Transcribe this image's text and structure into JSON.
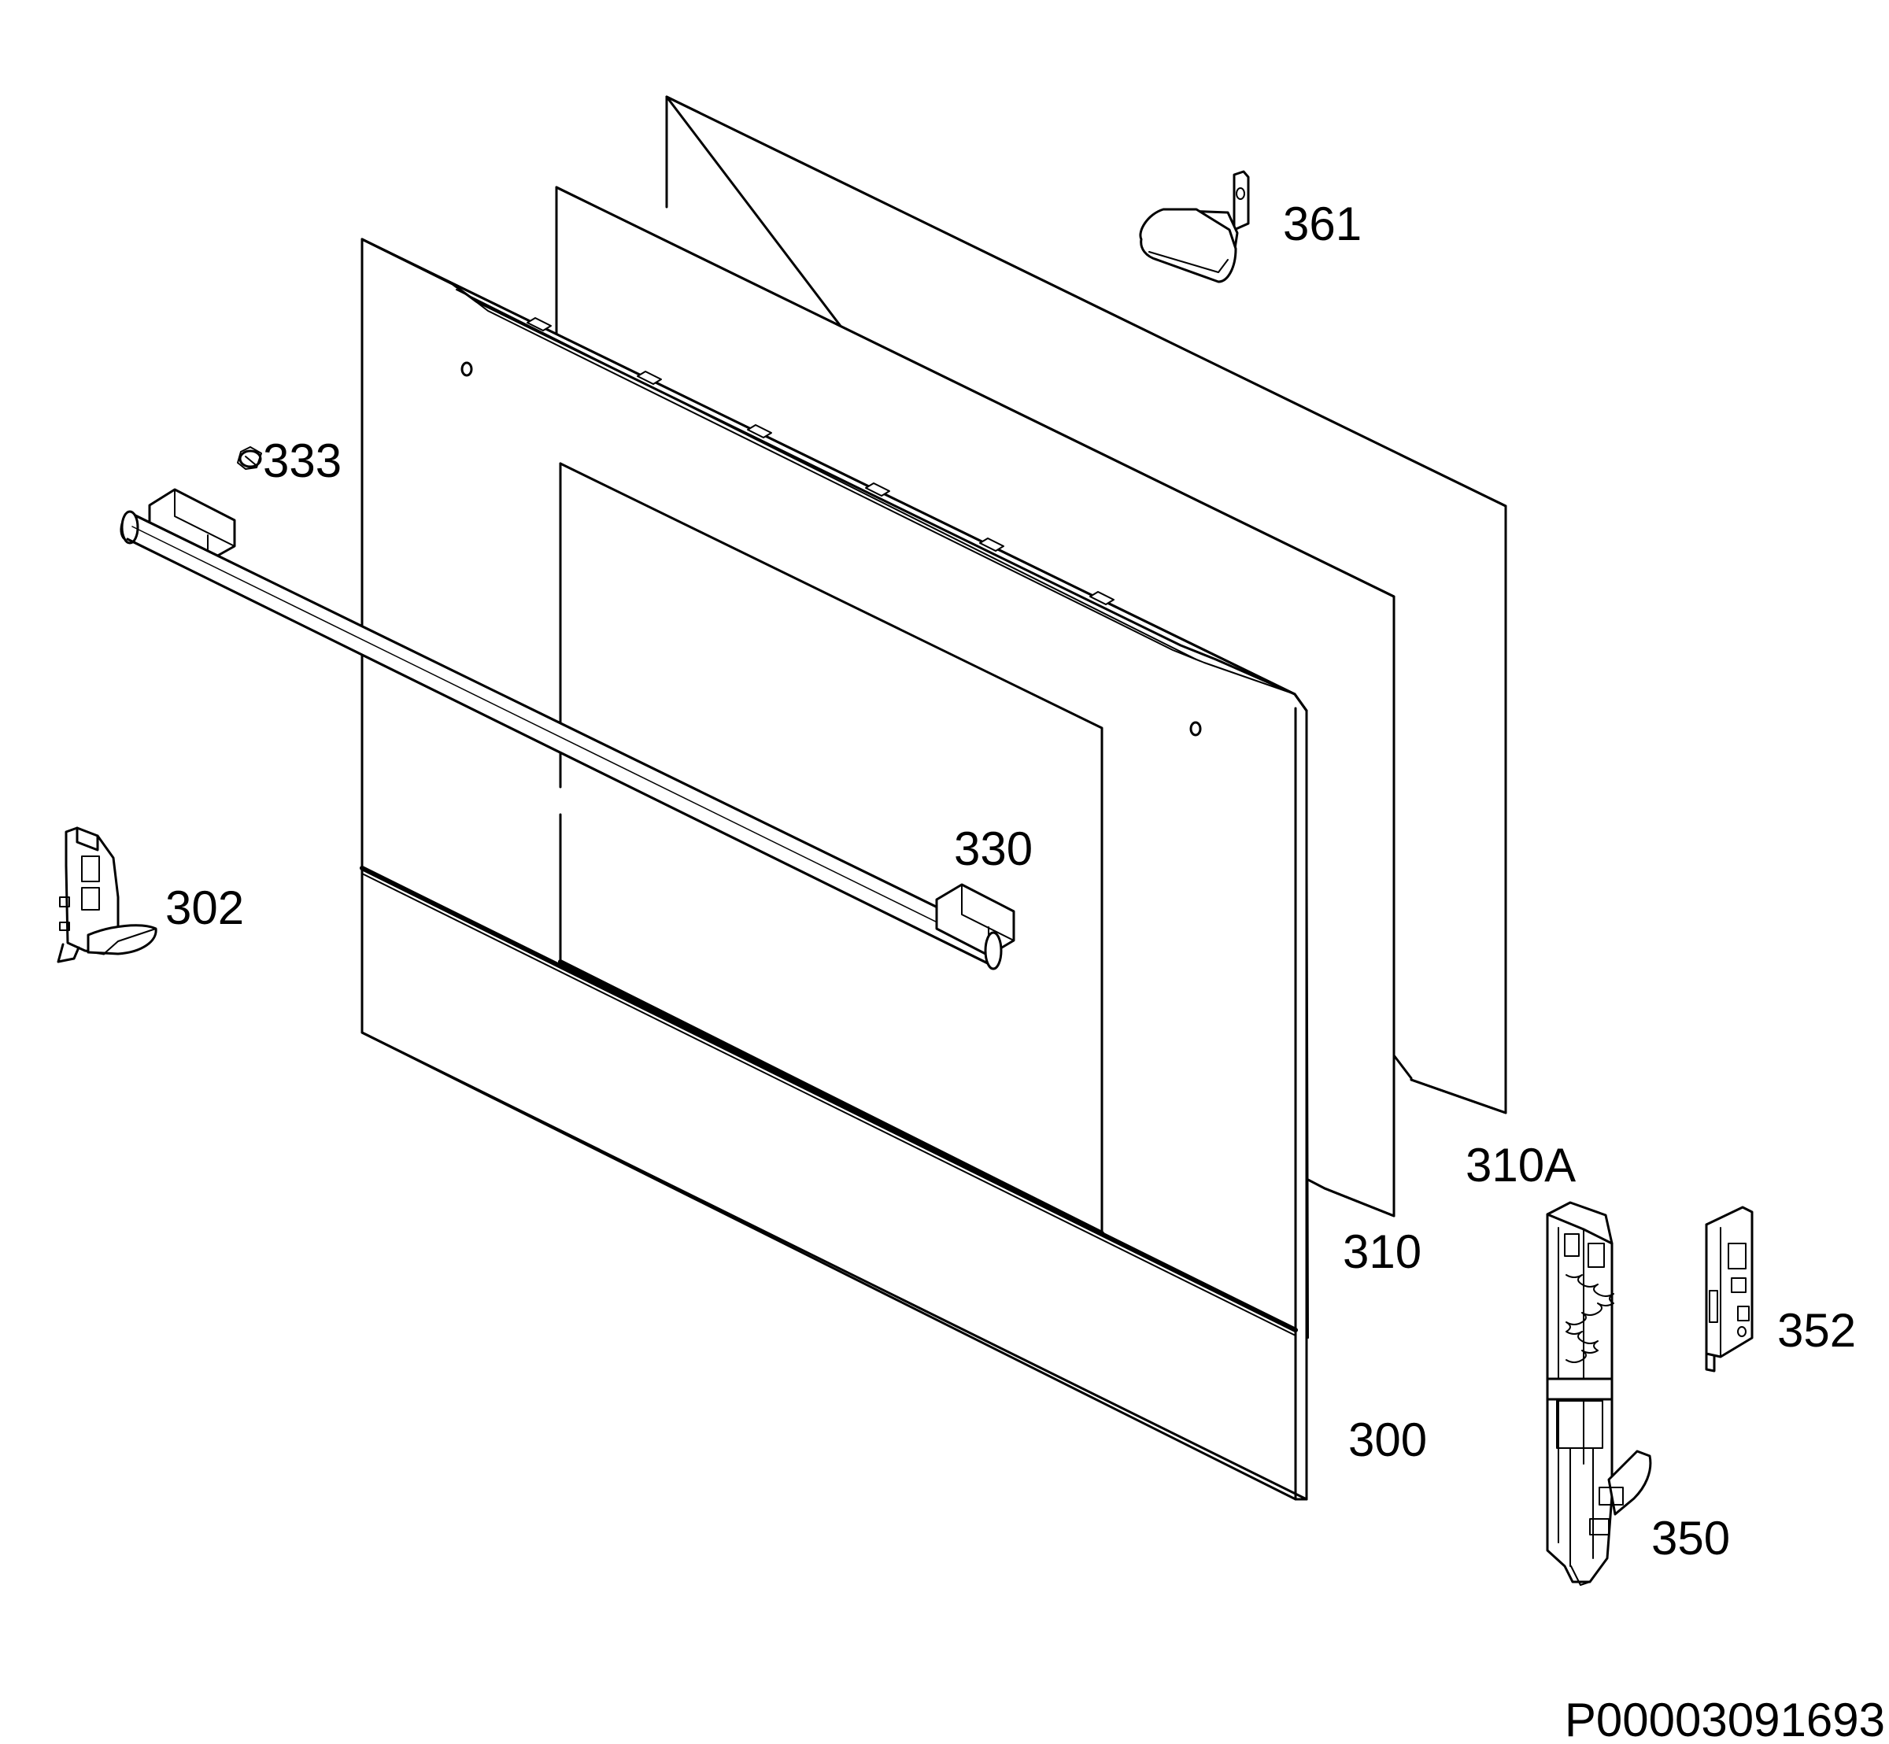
{
  "labels": {
    "p361": "361",
    "p333": "333",
    "p330": "330",
    "p302": "302",
    "p310A": "310A",
    "p310": "310",
    "p352": "352",
    "p300": "300",
    "p350": "350"
  },
  "document_number": "P00003091693",
  "colors": {
    "line": "#000000",
    "background": "#ffffff"
  }
}
